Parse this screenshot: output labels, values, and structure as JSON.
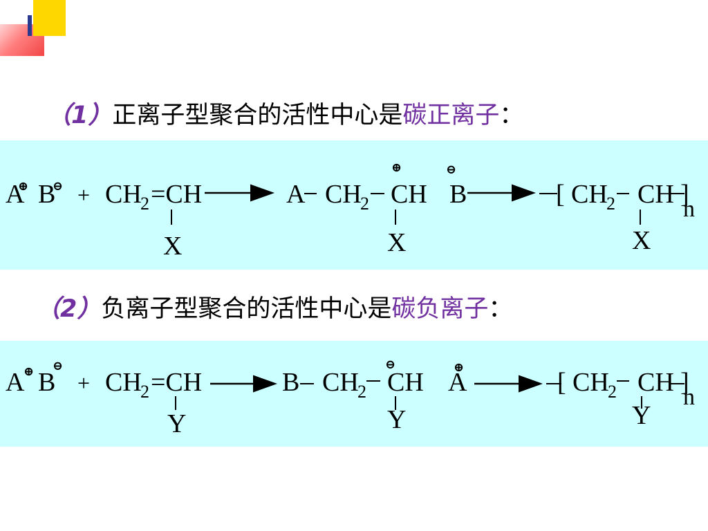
{
  "heading1": {
    "num": "（1）",
    "text": "正离子型聚合的活性中心是",
    "highlight": "碳正离子",
    "colon": "："
  },
  "heading2": {
    "num": "（2）",
    "text": "负离子型聚合的活性中心是",
    "highlight": "碳负离子",
    "colon": "："
  },
  "colors": {
    "band": "#ccffff",
    "highlight": "#7030a0",
    "deco_yellow": "#ffd700",
    "deco_red": "#f03030"
  },
  "eq1": {
    "initiator_a": "A",
    "initiator_b": "B",
    "charge_a": "⊕",
    "charge_b": "⊖",
    "plus": "+",
    "monomer": "CH",
    "sub2": "2",
    "eq_ch": "=CH",
    "substituent": "X",
    "int_a": "A",
    "dash": "–",
    "int_ch2": "CH",
    "int_ch": "CH",
    "int_charge": "⊕",
    "counter": "B",
    "counter_charge": "⊖",
    "poly_open": "[",
    "poly_ch2": "CH",
    "poly_ch": "CH",
    "poly_close": "]",
    "n": "n"
  },
  "eq2": {
    "initiator_a": "A",
    "initiator_b": "B",
    "charge_a": "⊕",
    "charge_b": "⊖",
    "plus": "+",
    "monomer": "CH",
    "sub2": "2",
    "eq_ch": "=CH",
    "substituent": "Y",
    "int_a": "B",
    "dash": "–",
    "int_ch2": "CH",
    "int_ch": "CH",
    "int_charge": "⊖",
    "counter": "A",
    "counter_charge": "⊕",
    "poly_open": "[",
    "poly_ch2": "CH",
    "poly_ch": "CH",
    "poly_close": "]",
    "n": "n"
  }
}
